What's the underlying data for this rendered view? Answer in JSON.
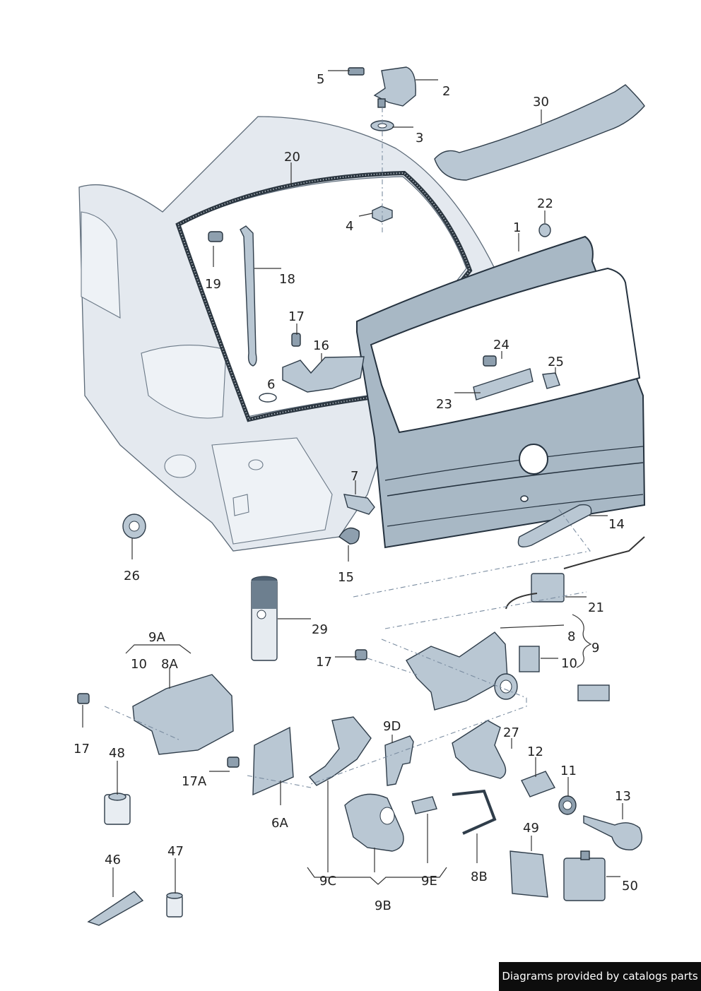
{
  "labels": {
    "l1": "1",
    "l2": "2",
    "l3": "3",
    "l4": "4",
    "l5": "5",
    "l6": "6",
    "l7": "7",
    "l8": "8",
    "l9": "9",
    "l10a": "10",
    "l10b": "10",
    "l11": "11",
    "l12": "12",
    "l13": "13",
    "l14": "14",
    "l15": "15",
    "l16": "16",
    "l17a": "17",
    "l17b": "17",
    "l17c": "17",
    "l17A": "17A",
    "l18": "18",
    "l19": "19",
    "l20": "20",
    "l21": "21",
    "l22": "22",
    "l23": "23",
    "l24": "24",
    "l25": "25",
    "l26": "26",
    "l27": "27",
    "l29": "29",
    "l30": "30",
    "l46": "46",
    "l47": "47",
    "l48": "48",
    "l50": "50",
    "l49": "49",
    "l6A": "6A",
    "l8A": "8A",
    "l8B": "8B",
    "l9A": "9A",
    "l9B": "9B",
    "l9C": "9C",
    "l9D": "9D",
    "l9E": "9E"
  },
  "credit": "Diagrams provided by catalogs parts",
  "colors": {
    "part_fill": "#b9c7d3",
    "outline": "#2f3d4a",
    "body_fill": "#e4e9ef",
    "credit_bg": "#0d0d0d"
  },
  "icons": [
    "vw-logo-icon"
  ]
}
